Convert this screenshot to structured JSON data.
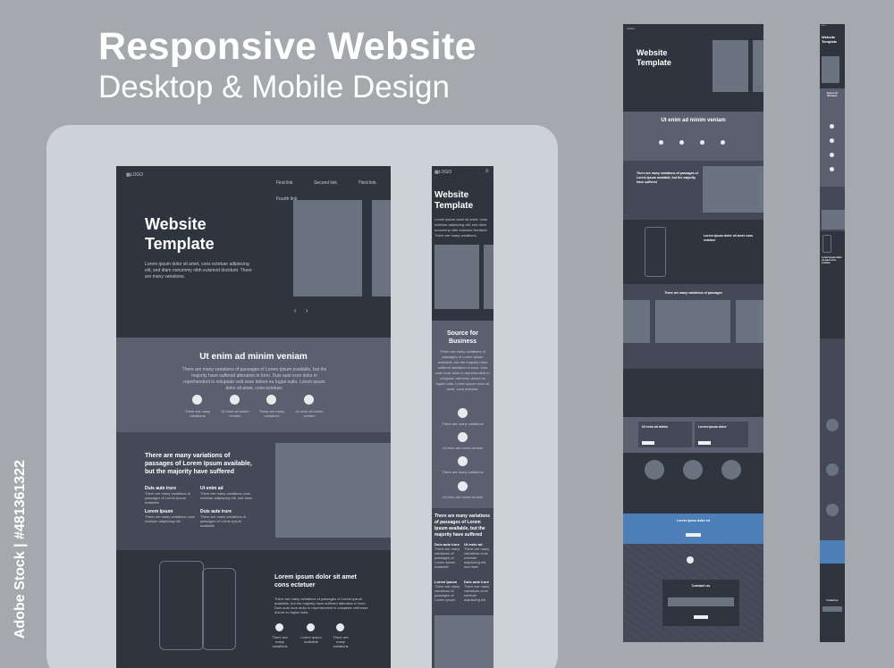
{
  "banner": {
    "title": "Responsive Website",
    "subtitle": "Desktop & Mobile Design",
    "side_id": "Adobe Stock | #481361322"
  },
  "desktop": {
    "logo": "LOGO",
    "nav": [
      "First link",
      "Second link",
      "Third link",
      "Fourth link"
    ],
    "hero_title_1": "Website",
    "hero_title_2": "Template",
    "hero_text": "Lorem ipsum dolor sit amet, cons ectetuer adipiscing elit, sed diam nonummy nibh euismod tincidunt. There are many variations.",
    "section2_title": "Ut enim ad minim veniam",
    "section2_text": "There are many variations of passages of Lorem Ipsum available, but the majority have suffered alteration in form. Duis aute irure dolor in reprehenderit in voluptate velit esse dolore eu fugiat nulla. Lorem ipsum dolor sit amet, cons ectetuer.",
    "features": [
      "There are many variations",
      "Ut enim ad minim veniam",
      "There are many variations",
      "Ut enim ad minim veniam"
    ],
    "section3_title": "There are many variations of passages of Lorem Ipsum available, but the majority have suffered",
    "cols": [
      {
        "h": "Duis aute irure",
        "t": "There are many variations of passages of Lorem Ipsum available"
      },
      {
        "h": "Ut enim ad",
        "t": "There are many variations cons ectetuer adipiscing elit, sed diam"
      },
      {
        "h": "Lorem Ipsum",
        "t": "There are many variations cons ectetuer adipiscing elit"
      },
      {
        "h": "Duis aute irure",
        "t": "There are many variations of passages of Lorem Ipsum available"
      }
    ],
    "section4_title": "Lorem ipsum dolor sit amet cons ectetuer",
    "section4_text": "There are many variations of passages of Lorem Ipsum available, but the majority have suffered alteration in form. Duis aute irure dolor in reprehenderit in voluptate velit esse dolore eu fugiat nulla.",
    "section4_features": [
      "There are many variations",
      "Lorem Ipsum available",
      "There are many variations"
    ]
  },
  "mobile": {
    "logo": "LOGO",
    "hero_title_1": "Website",
    "hero_title_2": "Template",
    "hero_text": "Lorem ipsum dolor sit amet, cons ectetuer adipiscing elit, sed diam nonummy nibh euismod tincidunt. There are many variations.",
    "source_title_1": "Source for",
    "source_title_2": "Business",
    "source_text": "There are many variations of passages of Lorem Ipsum available, but the majority have suffered alteration in form. Duis aute irure dolor in reprehenderit in voluptate velit esse dolore eu fugiat nulla. Lorem ipsum dolor sit amet, cons ectetuer.",
    "features": [
      "There are many variations",
      "Ut enim ad minim veniam",
      "There are many variations",
      "Ut enim ad minim veniam"
    ],
    "section3_title": "There are many variations of passages of Lorem Ipsum available, but the majority have suffered",
    "cols": [
      {
        "h": "Duis aute irure",
        "t": "There are many variations of passages of Lorem Ipsum available"
      },
      {
        "h": "Ut enim ad",
        "t": "There are many variations cons ectetuer adipiscing elit, sed diam"
      },
      {
        "h": "Lorem Ipsum",
        "t": "There are many variations of passages of Lorem Ipsum"
      },
      {
        "h": "Duis aute irure",
        "t": "There are many variations cons ectetuer adipiscing elit"
      }
    ]
  },
  "full": {
    "logo": "LOGO",
    "hero_title_1": "Website",
    "hero_title_2": "Template",
    "section2_title": "Ut enim ad minim veniam",
    "section3_title": "There are many variations of passages of Lorem Ipsum available, but the majority have suffered",
    "section4_title": "Lorem ipsum dolor sit amet cons ectetuer",
    "section5_title": "There are many variations of passages",
    "card1": "Ut enim ad minim",
    "card2": "Lorem ipsum dolor",
    "blue_title": "Lorem ipsum dolor sit",
    "contact_title": "Contact us"
  },
  "narrow": {
    "logo": "LOGO",
    "hero_title_1": "Website",
    "hero_title_2": "Template",
    "source_title_1": "Source for",
    "source_title_2": "Business",
    "section4_title": "Lorem ipsum dolor sit amet cons ectetuer",
    "contact_title": "Contact us"
  },
  "colors": {
    "background": "#a5a9ad",
    "dark": "#2f353f",
    "mid": "#434957",
    "blue": "#4e7fb8"
  }
}
